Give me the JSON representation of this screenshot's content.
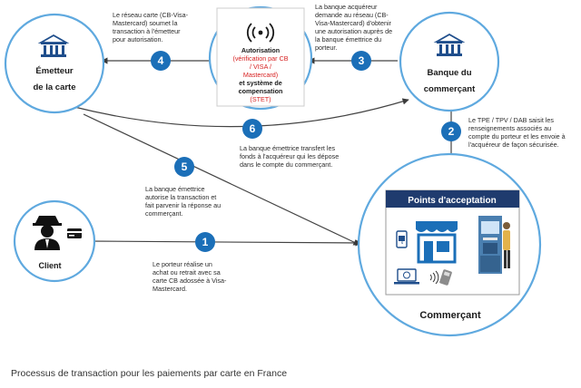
{
  "caption": "Processus de transaction pour les paiements par carte en France",
  "colors": {
    "accent": "#1f4e8c",
    "badge": "#1b6fb8",
    "ring": "#5fa9df",
    "network_text": "#d61f1f"
  },
  "nodes": {
    "issuer": {
      "line1": "Émetteur",
      "line2": "de la carte",
      "icon": "bank-icon"
    },
    "acquirer": {
      "line1": "Banque du",
      "line2": "commerçant",
      "icon": "bank-icon"
    },
    "network": {
      "title": "Autorisation",
      "red1": "(vérification par CB",
      "red2": "/ VISA /",
      "red3": "Mastercard)",
      "line4": "et système de",
      "line5": "compensation",
      "red6": "(STET)",
      "icon": "wireless-signal-icon"
    },
    "client": {
      "label": "Client",
      "icon": "spy-person-icon"
    },
    "merchant": {
      "header": "Points d'acceptation",
      "label": "Commerçant",
      "icon": "store-icon"
    }
  },
  "steps": [
    {
      "num": "1",
      "lines": [
        "Le porteur réalise un",
        "achat ou retrait avec sa",
        "carte CB adossée à Visa-",
        "Mastercard."
      ]
    },
    {
      "num": "2",
      "lines": [
        "Le TPE / TPV / DAB saisit les",
        "renseignements associés au",
        "compte du porteur et les envoie à",
        "l'acquéreur de façon sécurisée."
      ]
    },
    {
      "num": "3",
      "lines": [
        "La banque acquéreur",
        "demande au réseau (CB-",
        "Visa-Mastercard) d'obtenir",
        "une autorisation auprès de",
        "la banque émettrice du",
        "porteur."
      ]
    },
    {
      "num": "4",
      "lines": [
        "Le réseau carte (CB-Visa-",
        "Mastercard) soumet la",
        "transaction à l'émetteur",
        "pour autorisation."
      ]
    },
    {
      "num": "5",
      "lines": [
        "La banque émettrice",
        "autorise la transaction et",
        "fait parvenir la réponse au",
        "commerçant."
      ]
    },
    {
      "num": "6",
      "lines": [
        "La banque émettrice transfert les",
        "fonds à l'acquéreur qui les dépose",
        "dans le compte du commerçant."
      ]
    }
  ]
}
